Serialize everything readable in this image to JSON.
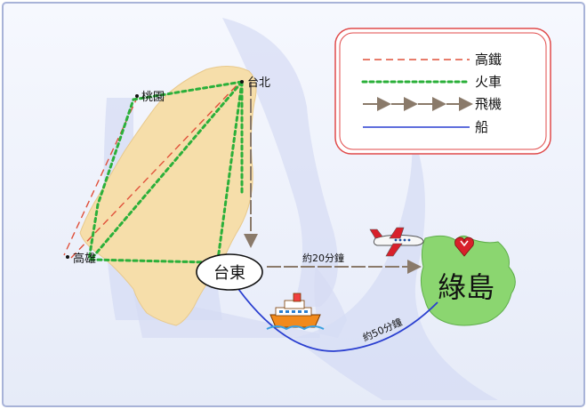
{
  "map": {
    "places": {
      "taoyuan": "桃園",
      "taipei": "台北",
      "kaohsiung": "高雄",
      "taitung": "台東",
      "green_island": "綠島"
    },
    "routes": {
      "flight_time": "約20分鐘",
      "ferry_time": "約50分鐘"
    }
  },
  "legend": {
    "items": [
      {
        "label": "高鐵",
        "style": "dashed",
        "color": "#e0503a"
      },
      {
        "label": "火車",
        "style": "dotted",
        "color": "#2bb03a"
      },
      {
        "label": "飛機",
        "style": "arrows",
        "color": "#8a7a6a"
      },
      {
        "label": "船",
        "style": "solid",
        "color": "#2a3fd0"
      }
    ]
  },
  "colors": {
    "background_light": "#eef1fb",
    "sea_shape": "#d9def6",
    "taiwan_fill": "#f6deaa",
    "green_island_fill": "#8bd670",
    "legend_border": "#e04a4a"
  },
  "icons": [
    "airplane-icon",
    "ferry-icon",
    "heart-marker-icon"
  ]
}
